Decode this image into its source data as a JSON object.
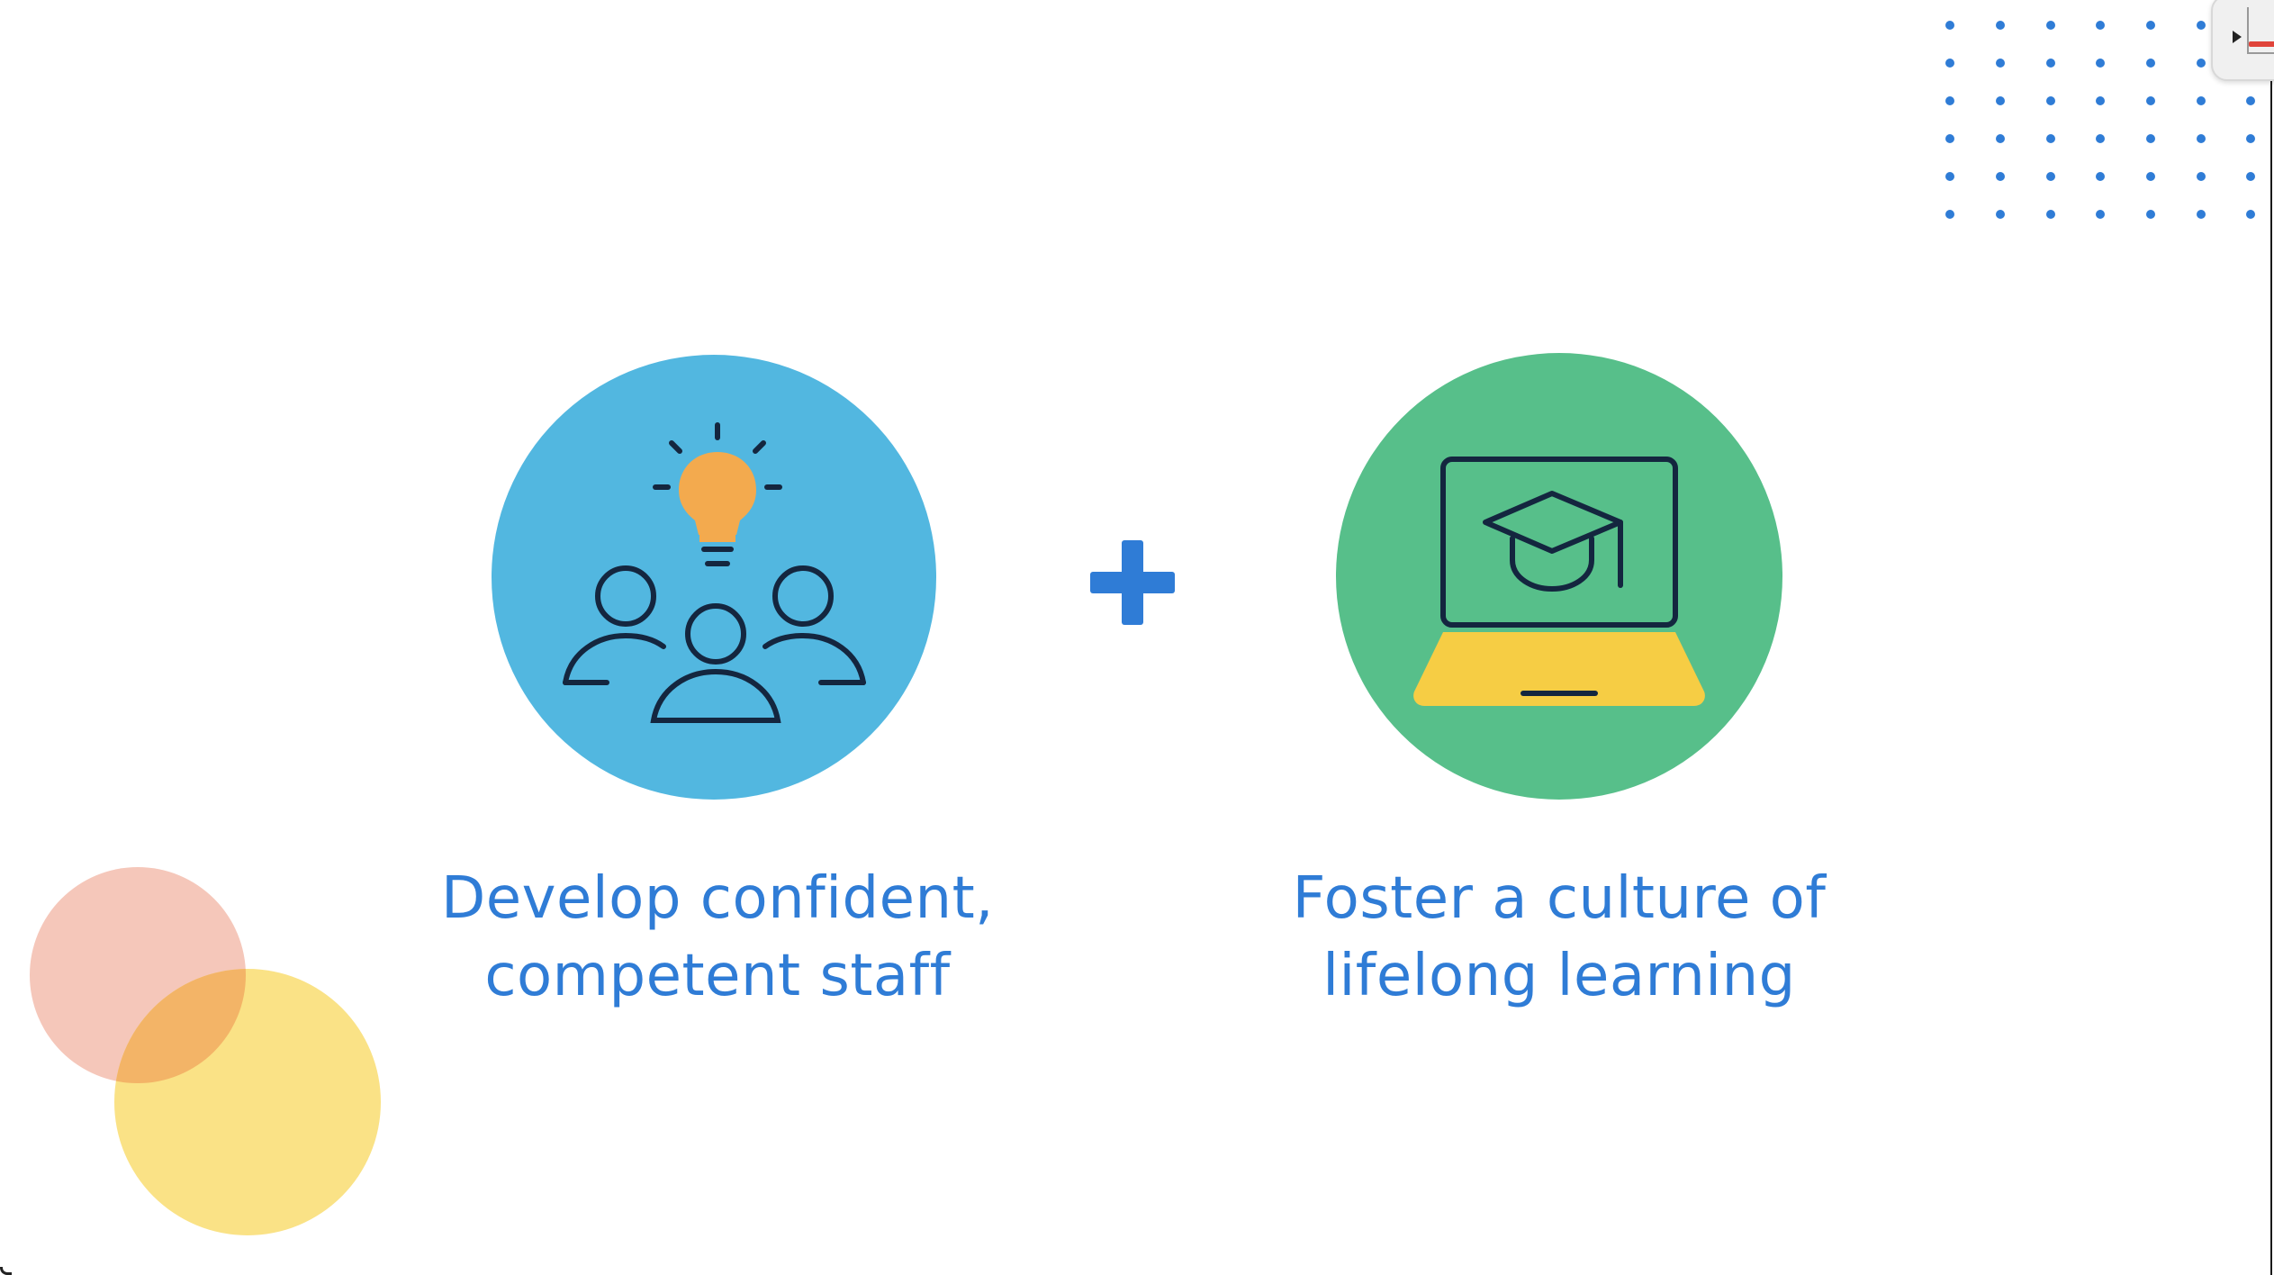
{
  "slide": {
    "features": [
      {
        "icon": "team-idea-icon",
        "color": "#52b7e0",
        "caption_lines": [
          "Develop confident,",
          "competent staff"
        ]
      },
      {
        "icon": "graduation-laptop-icon",
        "color": "#57bf8a",
        "caption_lines": [
          "Foster a culture of",
          "lifelong learning"
        ]
      }
    ],
    "connector_icon": "plus-icon",
    "accent_color": "#2f7cd6",
    "decorations": {
      "pink": "#f5c7ba",
      "yellow": "#fae286",
      "dots": "#2f7cd6"
    }
  }
}
